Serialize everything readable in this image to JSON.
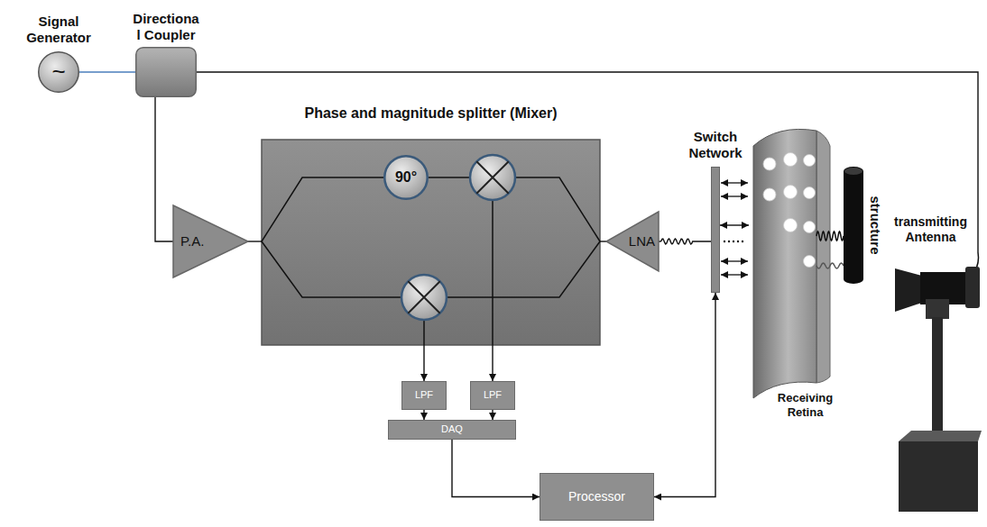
{
  "diagram": {
    "nodes": [
      {
        "text": [
          "Signal Generator",
          "~"
        ]
      },
      {
        "text": [
          "Directiona l Coupler"
        ]
      },
      {
        "text": [
          "Phase and magnitude splitter (Mixer)"
        ]
      },
      {
        "text": [
          "90°"
        ],
        "in": 2
      },
      {
        "text": [
          "P.A."
        ]
      },
      {
        "text": [
          "LNA"
        ]
      },
      {
        "text": [
          "Switch Network"
        ]
      },
      {
        "text": [
          "Receiving Retina"
        ]
      },
      {
        "text": [
          "structure"
        ]
      },
      {
        "text": [
          "transmitting Antenna"
        ]
      },
      {
        "text": [
          "LPF"
        ]
      },
      {
        "text": [
          "LPF"
        ]
      },
      {
        "text": [
          "DAQ"
        ]
      },
      {
        "text": [
          "Processor"
        ]
      }
    ],
    "edges": [
      {
        "from": 0,
        "to": 1,
        "arrow": "none"
      },
      {
        "from": 1,
        "to": 9,
        "arrow": "none"
      },
      {
        "from": 1,
        "to": 4,
        "arrow": "none"
      },
      {
        "from": 4,
        "to": 2,
        "arrow": "none"
      },
      {
        "from": 5,
        "to": 2,
        "arrow": "none"
      },
      {
        "from": 6,
        "to": 5,
        "arrow": "none"
      },
      {
        "from": 7,
        "to": 6,
        "arrow": "both"
      },
      {
        "from": 8,
        "to": 7,
        "arrow": "none"
      },
      {
        "from": 2,
        "to": 10,
        "arrow": "to"
      },
      {
        "from": 2,
        "to": 11,
        "arrow": "to"
      },
      {
        "from": 10,
        "to": 12,
        "arrow": "to"
      },
      {
        "from": 11,
        "to": 12,
        "arrow": "to"
      },
      {
        "from": 12,
        "to": 13,
        "arrow": "to"
      },
      {
        "from": 13,
        "to": 6,
        "arrow": "both"
      }
    ]
  }
}
